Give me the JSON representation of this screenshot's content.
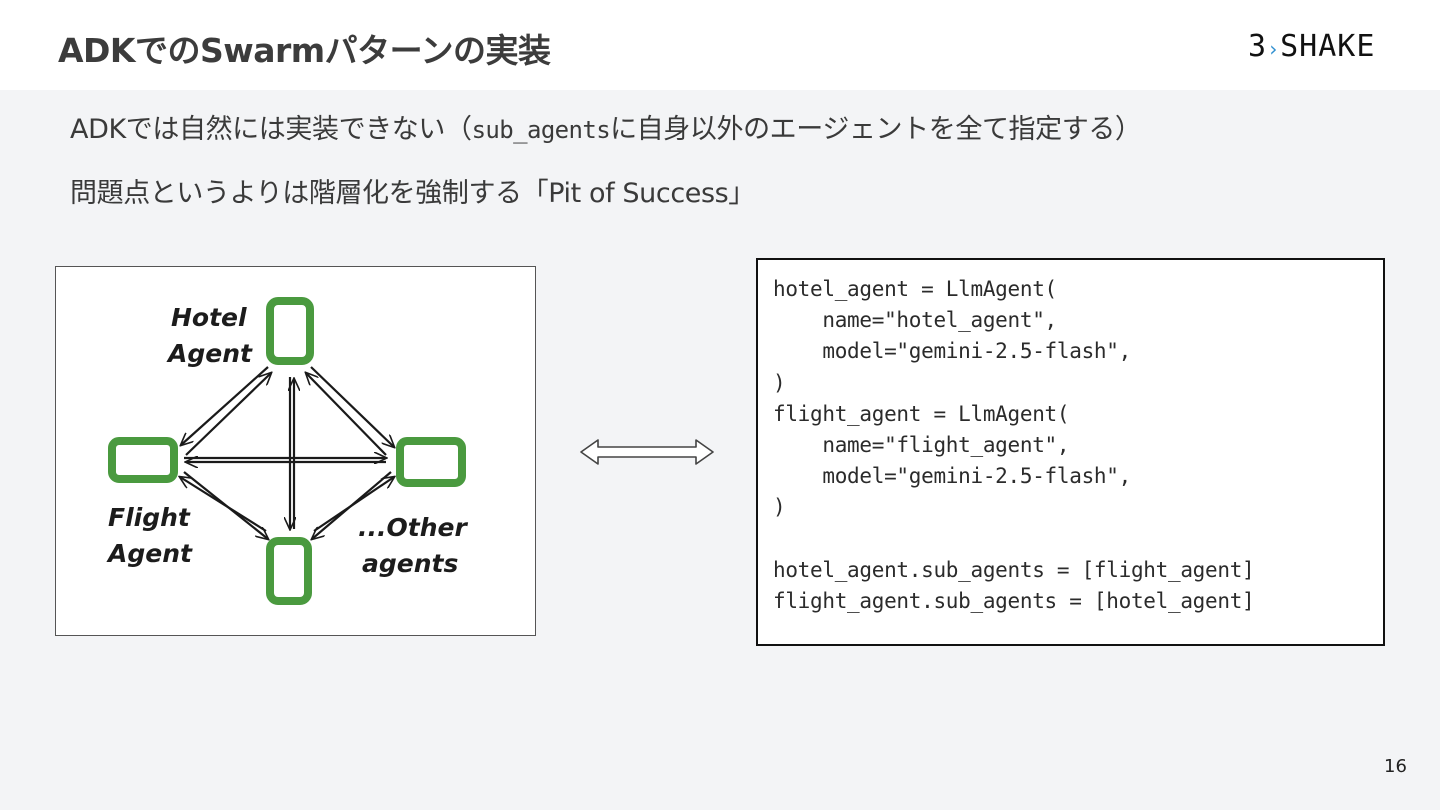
{
  "slide": {
    "title": "ADKでのSwarmパターンの実装",
    "logo": "3SHAKE",
    "page_number": "16"
  },
  "bullets": {
    "b1_pre": "ADKでは自然には実装できない（",
    "b1_code": "sub_agents",
    "b1_post": "に自身以外のエージェントを全て指定する）",
    "b2": "問題点というよりは階層化を強制する「Pit of Success」"
  },
  "diagram": {
    "hotel_label_1": "Hotel",
    "hotel_label_2": "Agent",
    "flight_label_1": "Flight",
    "flight_label_2": "Agent",
    "other_label_1": "...Other",
    "other_label_2": "agents",
    "node_color": "#4a9a3f"
  },
  "code": {
    "text": "hotel_agent = LlmAgent(\n    name=\"hotel_agent\",\n    model=\"gemini-2.5-flash\",\n)\nflight_agent = LlmAgent(\n    name=\"flight_agent\",\n    model=\"gemini-2.5-flash\",\n)\n\nhotel_agent.sub_agents = [flight_agent]\nflight_agent.sub_agents = [hotel_agent]"
  }
}
